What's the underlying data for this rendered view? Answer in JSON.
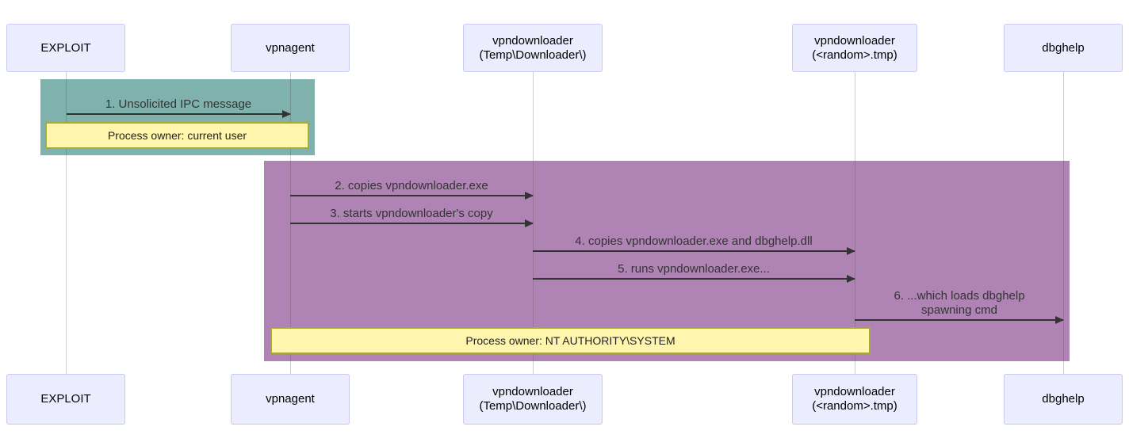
{
  "diagram": {
    "type": "sequence",
    "participants": [
      {
        "label": "EXPLOIT"
      },
      {
        "label": "vpnagent"
      },
      {
        "label": "vpndownloader\n(Temp\\Downloader\\)"
      },
      {
        "label": "vpndownloader\n(<random>.tmp)"
      },
      {
        "label": "dbghelp"
      }
    ],
    "messages": [
      {
        "label": "1. Unsolicited IPC message",
        "from": "EXPLOIT",
        "to": "vpnagent"
      },
      {
        "label": "2. copies vpndownloader.exe",
        "from": "vpnagent",
        "to": "vpndownloader (Temp\\Downloader\\)"
      },
      {
        "label": "3. starts vpndownloader's copy",
        "from": "vpnagent",
        "to": "vpndownloader (Temp\\Downloader\\)"
      },
      {
        "label": "4. copies vpndownloader.exe and dbghelp.dll",
        "from": "vpndownloader (Temp\\Downloader\\)",
        "to": "vpndownloader (<random>.tmp)"
      },
      {
        "label": "5. runs vpndownloader.exe...",
        "from": "vpndownloader (Temp\\Downloader\\)",
        "to": "vpndownloader (<random>.tmp)"
      },
      {
        "label": "6. ...which loads dbghelp\nspawning cmd",
        "from": "vpndownloader (<random>.tmp)",
        "to": "dbghelp"
      }
    ],
    "notes": [
      {
        "label": "Process owner: current user",
        "over": [
          "EXPLOIT",
          "vpnagent"
        ]
      },
      {
        "label": "Process owner: NT AUTHORITY\\SYSTEM",
        "over": [
          "vpnagent",
          "vpndownloader (<random>.tmp)"
        ]
      }
    ],
    "colors": {
      "actor_fill": "#ececff",
      "actor_border": "#c9c9f2",
      "rect_teal": "#7fb1ad",
      "rect_purple": "#b083b5",
      "note_fill": "#fff5ad",
      "note_border": "#aaaa33",
      "arrow": "#333333"
    }
  }
}
